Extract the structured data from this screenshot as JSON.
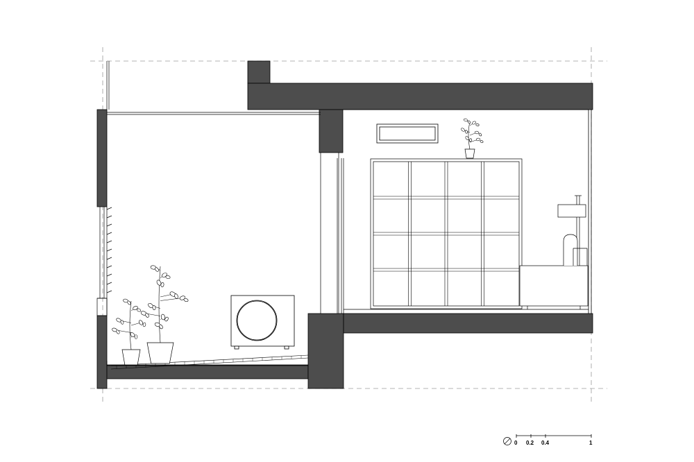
{
  "scale_bar": {
    "ticks": [
      {
        "value": 0,
        "label": "0"
      },
      {
        "value": 0.2,
        "label": "0.2"
      },
      {
        "value": 0.4,
        "label": "0.4"
      },
      {
        "value": 1,
        "label": "1"
      }
    ]
  },
  "colors": {
    "wall_fill": "#4d4d4d",
    "line": "#000000",
    "guide": "#9a9a9a"
  },
  "icons": [
    "north-arrow-icon",
    "plant-icon",
    "outdoor-ac-unit-icon",
    "sofa-icon",
    "floor-lamp-icon",
    "bookshelf-icon"
  ]
}
